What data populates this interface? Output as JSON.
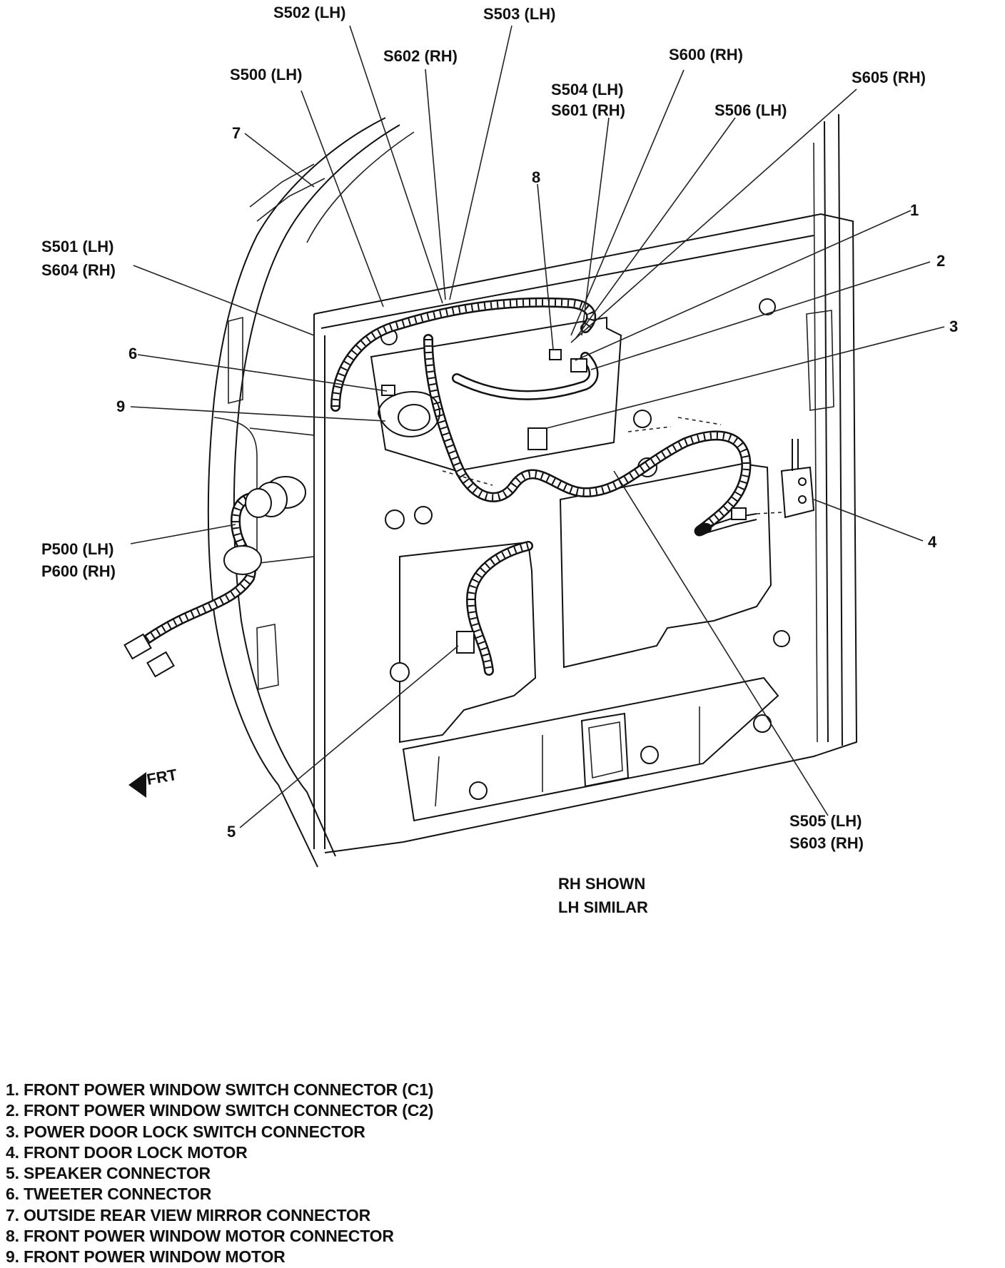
{
  "labels": {
    "s502": "S502 (LH)",
    "s503": "S503 (LH)",
    "s602": "S602 (RH)",
    "s600": "S600 (RH)",
    "s500": "S500 (LH)",
    "s504": "S504 (LH)",
    "s601": "S601 (RH)",
    "s605": "S605 (RH)",
    "s506": "S506 (LH)",
    "s501": "S501 (LH)",
    "s604": "S604 (RH)",
    "p500": "P500 (LH)",
    "p600": "P600 (RH)",
    "s505": "S505 (LH)",
    "s603": "S603 (RH)",
    "frt": "FRT",
    "n1": "1",
    "n2": "2",
    "n3": "3",
    "n4": "4",
    "n5": "5",
    "n6": "6",
    "n7": "7",
    "n8": "8",
    "n9": "9"
  },
  "note": {
    "line1": "RH SHOWN",
    "line2": "LH SIMILAR"
  },
  "legend": [
    "1. FRONT POWER WINDOW SWITCH CONNECTOR (C1)",
    "2. FRONT POWER WINDOW SWITCH CONNECTOR (C2)",
    "3. POWER DOOR LOCK SWITCH CONNECTOR",
    "4. FRONT DOOR LOCK MOTOR",
    "5. SPEAKER CONNECTOR",
    "6. TWEETER CONNECTOR",
    "7. OUTSIDE REAR VIEW MIRROR CONNECTOR",
    "8. FRONT POWER WINDOW MOTOR CONNECTOR",
    "9. FRONT POWER WINDOW MOTOR"
  ]
}
